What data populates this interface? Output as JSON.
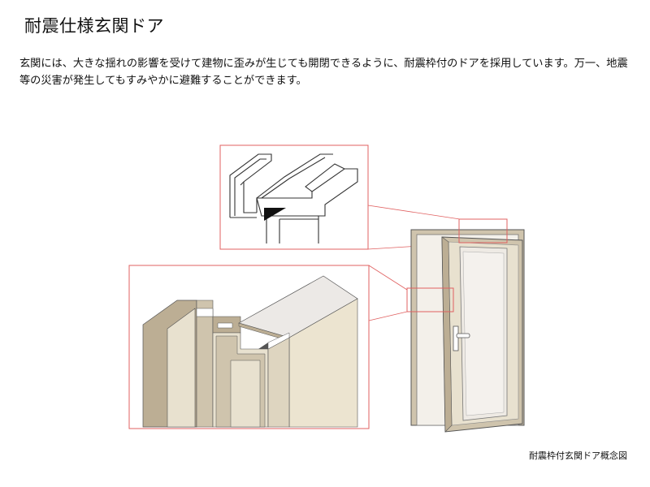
{
  "header": {
    "title": "耐震仕様玄関ドア"
  },
  "body": {
    "description": "玄関には、大きな揺れの影響を受けて建物に歪みが生じても開閉できるように、耐震枠付のドアを採用しています。万一、地震等の災害が発生してもすみやかに避難することができます。"
  },
  "figure": {
    "caption": "耐震枠付玄関ドア概念図"
  },
  "colors": {
    "callout_line": "#e06060",
    "frame_light": "#e8e1cf",
    "frame_mid": "#cfc4ad",
    "frame_dark": "#bcae94",
    "door_panel": "#eeeae4",
    "outline": "#333333"
  }
}
